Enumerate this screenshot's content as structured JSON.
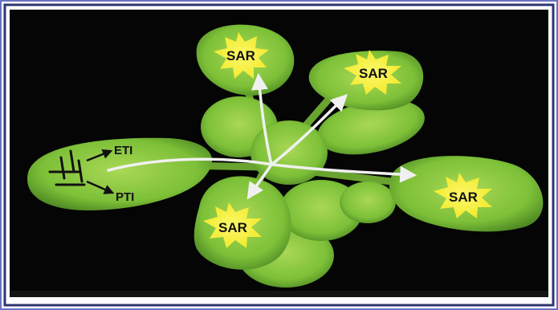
{
  "labels": {
    "sar_top": "SAR",
    "sar_upper_right": "SAR",
    "sar_right": "SAR",
    "sar_bottom_left": "SAR",
    "eti": "ETI",
    "pti": "PTI"
  },
  "colors": {
    "background": "#050505",
    "frame_outer": "#6a73c6",
    "frame_inner": "#2f3570",
    "leaf": "#7dc038",
    "leaf_light": "#a9d856",
    "leaf_dark": "#4f8a24",
    "burst": "#f6f13c",
    "arrow": "#f0f0f0"
  }
}
